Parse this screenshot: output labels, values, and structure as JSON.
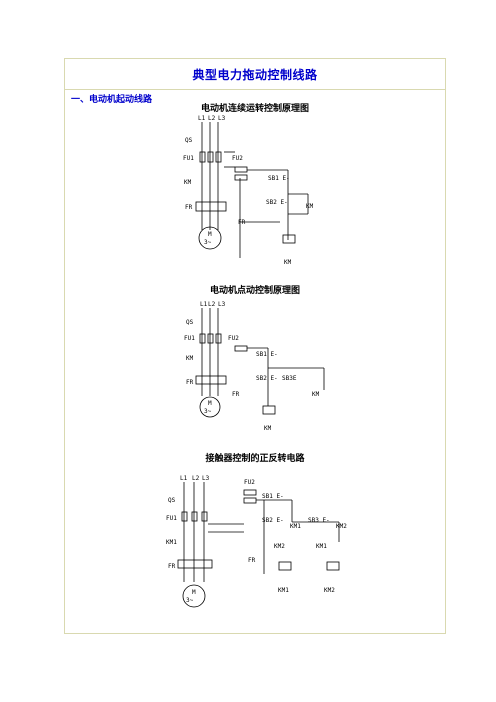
{
  "document": {
    "title": "典型电力拖动控制线路",
    "section_heading": "一、电动机起动线路"
  },
  "diagrams": [
    {
      "title": "电动机连续运转控制原理图",
      "labels": {
        "L1": "L1",
        "L2": "L2",
        "L3": "L3",
        "QS": "QS",
        "FU1": "FU1",
        "FU2": "FU2",
        "KM": "KM",
        "FR": "FR",
        "SB1": "SB1 E-",
        "SB2": "SB2 E-",
        "KM_aux": "KM",
        "FR_contact": "FR",
        "coil": "KM",
        "motor_m": "M",
        "motor_3": "3~"
      }
    },
    {
      "title": "电动机点动控制原理图",
      "labels": {
        "L1": "L1",
        "L2": "L2",
        "L3": "L3",
        "QS": "QS",
        "FU1": "FU1",
        "FU2": "FU2",
        "KM": "KM",
        "FR": "FR",
        "SB1": "SB1 E-",
        "SB2": "SB2 E-",
        "SB3": "SB3E",
        "KM_aux": "KM",
        "FR_contact": "FR",
        "coil": "KM",
        "motor_m": "M",
        "motor_3": "3~"
      }
    },
    {
      "title": "接触器控制的正反转电路",
      "labels": {
        "L1": "L1",
        "L2": "L2",
        "L3": "L3",
        "QS": "QS",
        "FU1": "FU1",
        "FU2": "FU2",
        "KM1": "KM1",
        "FR": "FR",
        "SB1": "SB1 E-",
        "SB2": "SB2 E-",
        "SB3": "SB3 E-",
        "KM1_aux": "KM1",
        "KM2_aux": "KM2",
        "KM2_int": "KM2",
        "KM1_int": "KM1",
        "FR_contact": "FR",
        "coil1": "KM1",
        "coil2": "KM2",
        "motor_m": "M",
        "motor_3": "3~"
      }
    }
  ]
}
